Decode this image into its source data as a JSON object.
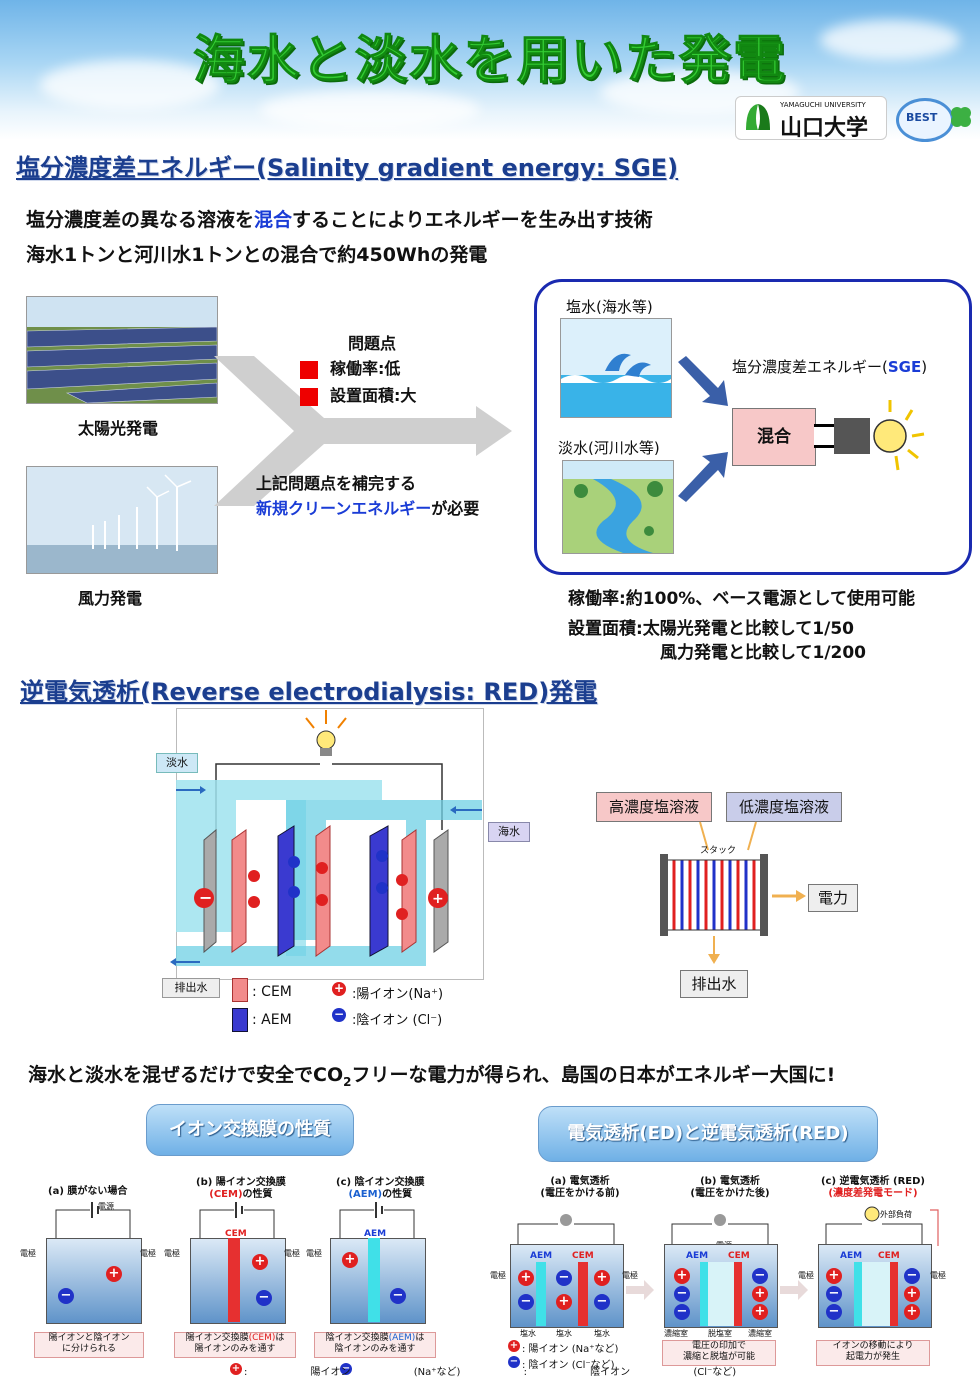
{
  "title": "海水と淡水を用いた発電",
  "logos": {
    "univ_en": "YAMAGUCHI UNIVERSITY",
    "univ_jp": "山口大学",
    "best": "BEST"
  },
  "sge": {
    "heading": "塩分濃度差エネルギー(Salinity gradient energy: SGE)",
    "line1_a": "塩分濃度差の異なる溶液を",
    "line1_hl": "混合",
    "line1_b": "することによりエネルギーを生み出す技術",
    "line2": "海水1トンと河川水1トンとの混合で約450Whの発電",
    "solar_label": "太陽光発電",
    "wind_label": "風力発電",
    "problem_title": "問題点",
    "problem_1": "稼働率:低",
    "problem_2": "設置面積:大",
    "complement_1": "上記問題点を補完する",
    "complement_hl": "新規クリーンエネルギー",
    "complement_2": "が必要",
    "salt_water": "塩水(海水等)",
    "fresh_water": "淡水(河川水等)",
    "sge_label_a": "塩分濃度差エネルギー(",
    "sge_label_hl": "SGE",
    "sge_label_b": ")",
    "mix": "混合",
    "stat_1": "稼働率:約100%、ベース電源として使用可能",
    "stat_2": "設置面積:太陽光発電と比較して1/50",
    "stat_3": "風力発電と比較して1/200"
  },
  "red": {
    "heading": "逆電気透析(Reverse electrodialysis: RED)発電",
    "fresh_tag": "淡水",
    "sea_tag": "海水",
    "drain_tag": "排出水",
    "cem": ": CEM",
    "aem": ": AEM",
    "cation": ":陽イオン(Na⁺)",
    "anion": ":陰イオン (Cl⁻)",
    "high_conc": "高濃度塩溶液",
    "low_conc": "低濃度塩溶液",
    "stack": "スタック",
    "power": "電力",
    "drain": "排出水"
  },
  "statement": {
    "a": "海水と淡水を混ぜるだけで安全でCO",
    "sub": "2",
    "b": "フリーな電力が得られ、島国の日本がエネルギー大国に!"
  },
  "ion_membrane": {
    "heading": "イオン交換膜の性質",
    "a_title": "(a) 膜がない場合",
    "b_title_1": "(b) 陽イオン交換膜",
    "b_title_hl": "(CEM)",
    "b_title_2": "の性質",
    "c_title_1": "(c) 陰イオン交換膜",
    "c_title_hl": "(AEM)",
    "c_title_2": "の性質",
    "power_src": "電源",
    "electrode": "電極",
    "cem": "CEM",
    "aem": "AEM",
    "a_note": "陽イオンと陰イオン\nに分けられる",
    "b_note_1": "陽イオン交換膜",
    "b_note_hl": "(CEM)",
    "b_note_2": "は\n陽イオンのみを通す",
    "c_note_1": "陰イオン交換膜",
    "c_note_hl": "(AEM)",
    "c_note_2": "は\n陰イオンのみを通す",
    "legend": ": 陽イオン (Na⁺など)  : 陰イオン (Cl⁻など)"
  },
  "ed_red": {
    "heading": "電気透析(ED)と逆電気透析(RED)",
    "a_title_1": "(a) 電気透析",
    "a_title_2": "(電圧をかける前)",
    "b_title_1": "(b) 電気透析",
    "b_title_2": "(電圧をかけた後)",
    "c_title_1": "(c) 逆電気透析 (RED)",
    "c_title_2": "(濃度差発電モード)",
    "power_src": "電源",
    "external_load": "外部負荷",
    "electrode": "電極",
    "aem": "AEM",
    "cem": "CEM",
    "salt_room": "塩水",
    "conc_room": "濃縮室",
    "desal_room": "脱塩室",
    "legend_pos": ": 陽イオン (Na⁺など)",
    "legend_neg": ": 陰イオン (Cl⁻など)",
    "b_note": "電圧の印加で\n濃縮と脱塩が可能",
    "c_note": "イオンの移動により\n起電力が発生"
  },
  "colors": {
    "title_green": "#33cc33",
    "heading_blue": "#1b3e8f",
    "highlight_blue": "#1a3cd6",
    "red": "#ee0000",
    "cem": "#f28b8b",
    "aem": "#3a3ad0"
  }
}
